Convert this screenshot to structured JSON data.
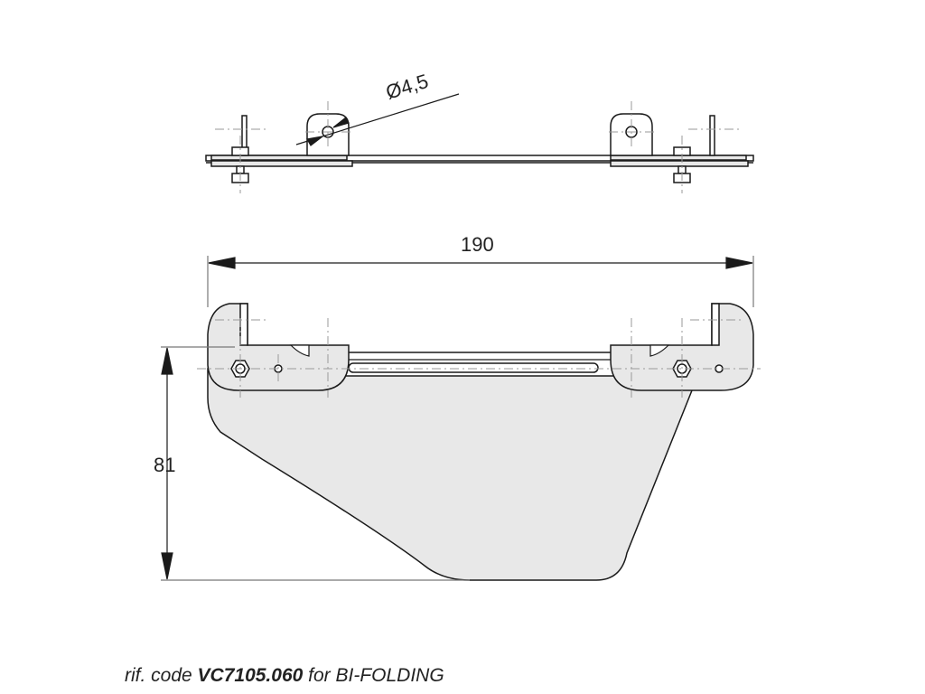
{
  "drawing": {
    "dimensions": {
      "hole_diameter": "4,5",
      "width": "190",
      "height": "81"
    },
    "caption": {
      "prefix": "rif. code",
      "code": "VC7105.060",
      "suffix": "for BI-FOLDING"
    },
    "colors": {
      "line": "#1a1a1a",
      "fill": "#e8e8e8",
      "centerline": "#9a9a9a"
    }
  }
}
